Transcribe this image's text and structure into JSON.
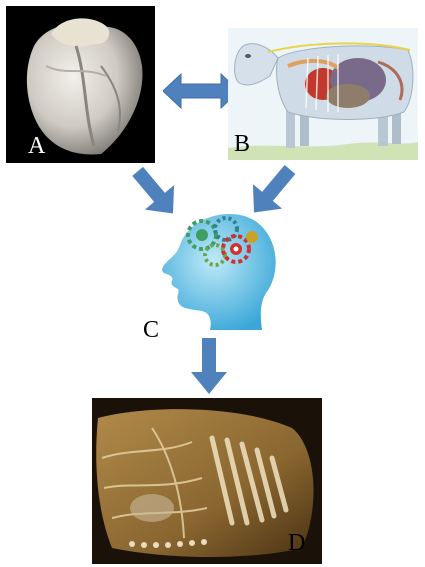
{
  "panels": {
    "a": {
      "label": "A",
      "label_color": "#ffffff",
      "background": "#000000"
    },
    "b": {
      "label": "B",
      "label_color": "#000000",
      "background": "#e9f2f7"
    },
    "c": {
      "label": "C",
      "label_color": "#000000"
    },
    "d": {
      "label": "D",
      "label_color": "#000000",
      "background": "#1a1208"
    }
  },
  "colors": {
    "arrow": "#4f81bd",
    "head_light": "#bfeaf8",
    "head_dark": "#3aa7d8",
    "gear_green": "#3f9e62",
    "gear_red": "#d0312d"
  },
  "icons": [
    "heart-photo",
    "cow-anatomy-illustration",
    "brain-gears-icon",
    "dissected-specimen-photo",
    "double-arrow-icon",
    "down-arrow-icon"
  ]
}
